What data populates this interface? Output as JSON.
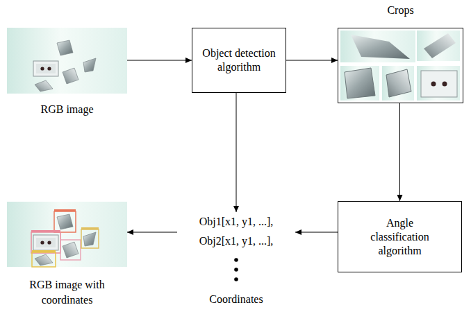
{
  "diagram": {
    "nodes": [
      {
        "text": [
          "RGB image"
        ]
      },
      {
        "text": [
          "Object detection algorithm"
        ]
      },
      {
        "text": [
          "Crops"
        ]
      },
      {
        "text": [
          "Angle classification algorithm"
        ]
      },
      {
        "text": [
          "Obj1[x1, y1, ...],",
          "Obj2[x1, y1, ...],",
          "Coordinates"
        ]
      },
      {
        "text": [
          "RGB image with coordinates"
        ]
      }
    ],
    "edges": [
      {
        "from": 0,
        "to": 1,
        "arrow": "to"
      },
      {
        "from": 1,
        "to": 2,
        "arrow": "to"
      },
      {
        "from": 2,
        "to": 3,
        "arrow": "to"
      },
      {
        "from": 3,
        "to": 4,
        "arrow": "to"
      },
      {
        "from": 1,
        "to": 4,
        "arrow": "to"
      },
      {
        "from": 4,
        "to": 5,
        "arrow": "to"
      }
    ]
  }
}
